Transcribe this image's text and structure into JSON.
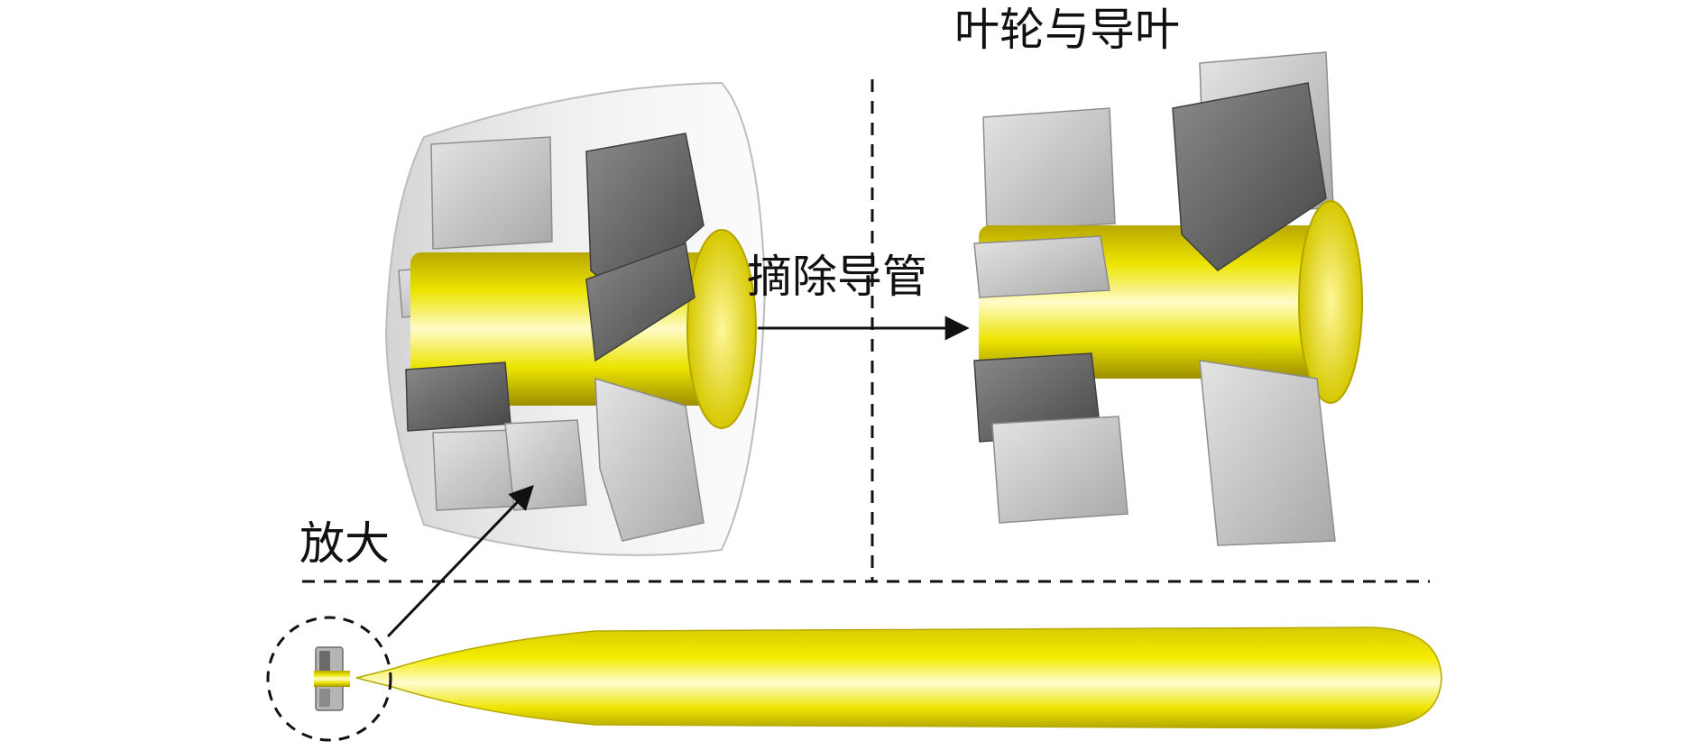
{
  "labels": {
    "impeller_and_guide_vanes": "叶轮与导叶",
    "remove_duct": "摘除导管",
    "zoom_in": "放大"
  },
  "colors": {
    "hub_yellow": "#e8e000",
    "hub_highlight": "#fffbc8",
    "blade_light": "#c9c9c9",
    "blade_dark": "#5e5e5e",
    "duct_gray": "#d8d8d8",
    "line": "#111111"
  },
  "icons": {
    "pump_with_duct": "pump-jet-with-duct-illustration",
    "pump_without_duct": "impeller-and-guide-vanes-illustration",
    "vehicle": "underwater-vehicle-body-illustration"
  }
}
